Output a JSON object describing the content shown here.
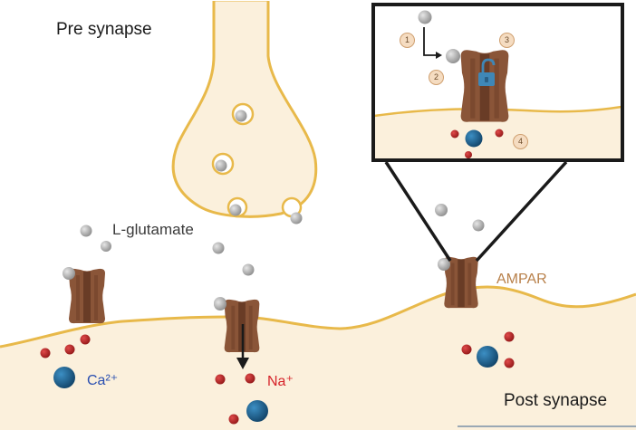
{
  "labels": {
    "pre_synapse": "Pre synapse",
    "glutamate": "L-glutamate",
    "ampar": "AMPAR",
    "calcium": "Ca²⁺",
    "sodium": "Na⁺",
    "post_synapse": "Post synapse"
  },
  "inset_steps": [
    "1",
    "2",
    "3",
    "4"
  ],
  "colors": {
    "terminal_fill": "#fbf0dc",
    "membrane": "#e8b94a",
    "receptor": "#8a5538",
    "receptor_dark": "#5e3420",
    "glutamate": "#a6a6a6",
    "calcium_ion": "#1f5f8a",
    "sodium_ion": "#c0282a",
    "lock": "#3f87b6",
    "calcium_text": "#2a4fb0",
    "sodium_text": "#d6232a",
    "ampar_text": "#b8804a"
  },
  "icons": [
    "receptor-channel-icon",
    "padlock-open-icon",
    "down-arrow-icon",
    "right-angle-arrow-icon"
  ]
}
